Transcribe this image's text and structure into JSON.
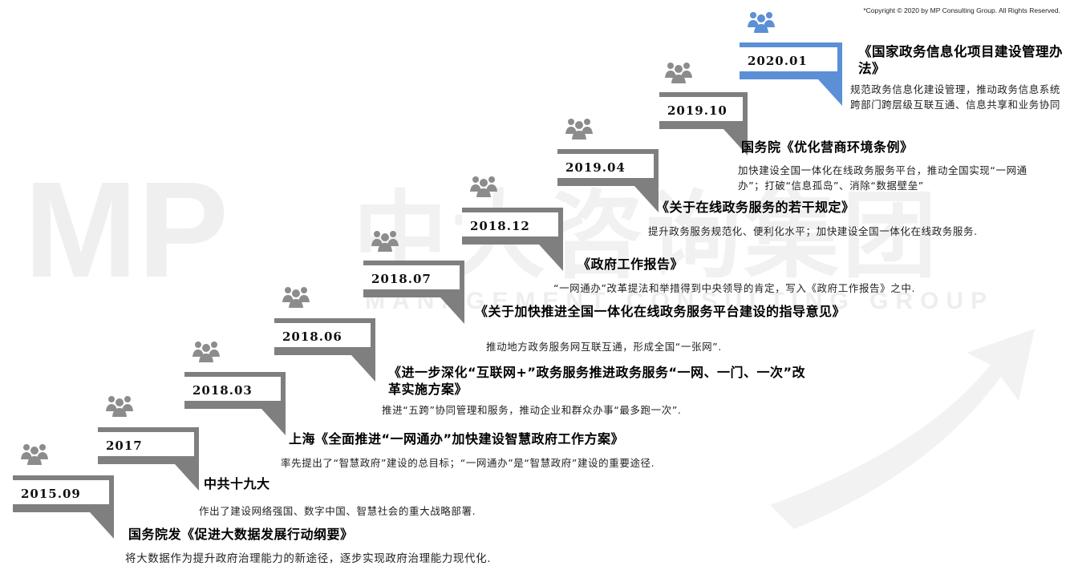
{
  "copyright": "*Copyright © 2020 by MP Consulting Group. All Rights Reserved.",
  "watermark": {
    "logo_text": "MP",
    "cn_text": "中大咨询集团",
    "en_text": "MANAGEMENT CONSULTING GROUP"
  },
  "colors": {
    "step_gray": "#7f7f7f",
    "step_accent": "#5b8fd6",
    "icon_gray": "#8c8c8c",
    "watermark_gray": "#efefef"
  },
  "milestones": [
    {
      "date": "2015.09",
      "icon": "people-group-icon",
      "title": "国务院发《促进大数据发展行动纲要》",
      "description": "将大数据作为提升政府治理能力的新途径，逐步实现政府治理能力现代化."
    },
    {
      "date": "2017",
      "icon": "people-group-icon",
      "title": "中共十九大",
      "description": "作出了建设网络强国、数字中国、智慧社会的重大战略部署."
    },
    {
      "date": "2018.03",
      "icon": "people-group-icon",
      "title": "上海《全面推进“一网通办”加快建设智慧政府工作方案》",
      "description": "率先提出了“智慧政府”建设的总目标；“一网通办”是“智慧政府”建设的重要途径."
    },
    {
      "date": "2018.06",
      "icon": "people-group-icon",
      "title": "《进一步深化“互联网+”政务服务推进政务服务“一网、一门、一次”改革实施方案》",
      "description": "推进“五跨”协同管理和服务，推动企业和群众办事“最多跑一次”."
    },
    {
      "date": "2018.07",
      "icon": "people-group-icon",
      "title": "《关于加快推进全国一体化在线政务服务平台建设的指导意见》",
      "description": "推动地方政务服务网互联互通，形成全国“一张网”."
    },
    {
      "date": "2018.12",
      "icon": "people-group-icon",
      "title": "《政府工作报告》",
      "description": "“一网通办”改革提法和举措得到中央领导的肯定，写入《政府工作报告》之中."
    },
    {
      "date": "2019.04",
      "icon": "people-group-icon",
      "title": "《关于在线政务服务的若干规定》",
      "description": "提升政务服务规范化、便利化水平；加快建设全国一体化在线政务服务."
    },
    {
      "date": "2019.10",
      "icon": "people-group-icon",
      "title": "国务院《优化营商环境条例》",
      "description": "加快建设全国一体化在线政务服务平台，推动全国实现“一网通办”；打破“信息孤岛”、消除“数据壁垒”"
    },
    {
      "date": "2020.01",
      "icon": "people-group-icon",
      "title": "《国家政务信息化项目建设管理办法》",
      "description": "规范政务信息化建设管理，推动政务信息系统跨部门跨层级互联互通、信息共享和业务协同"
    }
  ]
}
